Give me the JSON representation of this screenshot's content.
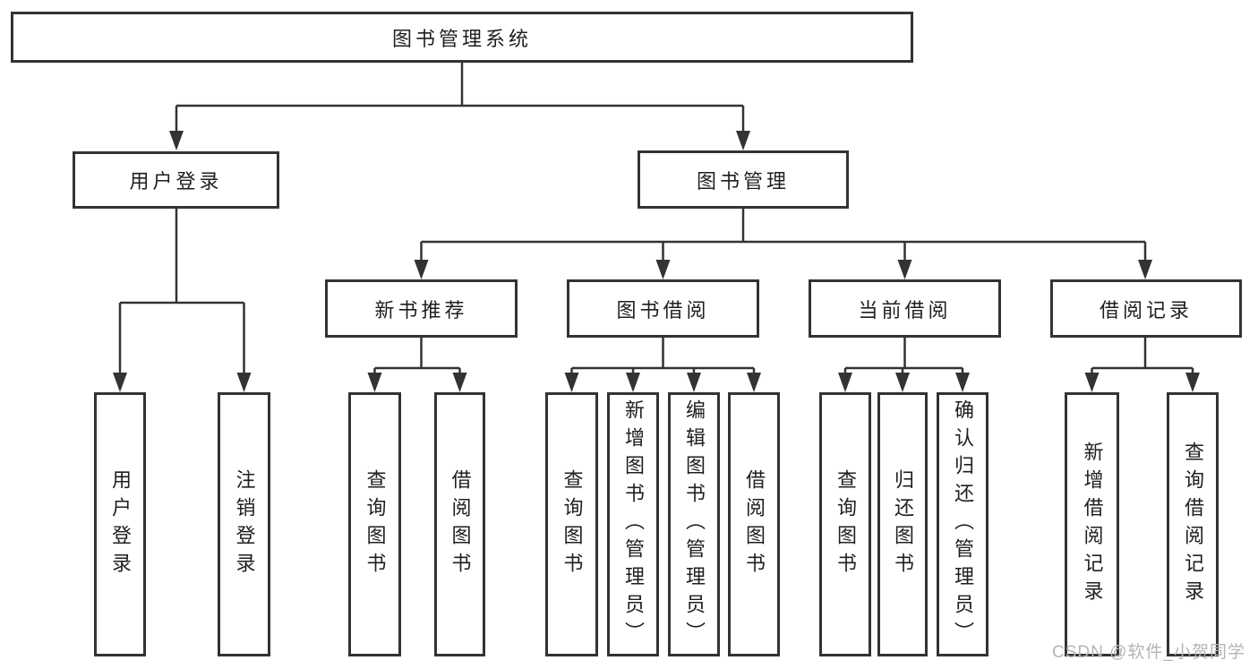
{
  "colors": {
    "line": "#333333",
    "text": "#1f1f1f",
    "box_fill": "#ffffff",
    "background": "#ffffff",
    "watermark": "#b5b5b5"
  },
  "tree": {
    "root": {
      "label": "图书管理系统"
    },
    "level2": [
      {
        "label": "用户登录",
        "leaves": [
          "用户登录",
          "注销登录"
        ]
      },
      {
        "label": "图书管理",
        "children": [
          {
            "label": "新书推荐",
            "leaves": [
              "查询图书",
              "借阅图书"
            ]
          },
          {
            "label": "图书借阅",
            "leaves": [
              "查询图书",
              "新增图书（管理员）",
              "编辑图书（管理员）",
              "借阅图书"
            ]
          },
          {
            "label": "当前借阅",
            "leaves": [
              "查询图书",
              "归还图书",
              "确认归还（管理员）"
            ]
          },
          {
            "label": "借阅记录",
            "leaves": [
              "新增借阅记录",
              "查询借阅记录"
            ]
          }
        ]
      }
    ]
  },
  "watermark": {
    "text": "CSDN @软件_小贺同学"
  }
}
